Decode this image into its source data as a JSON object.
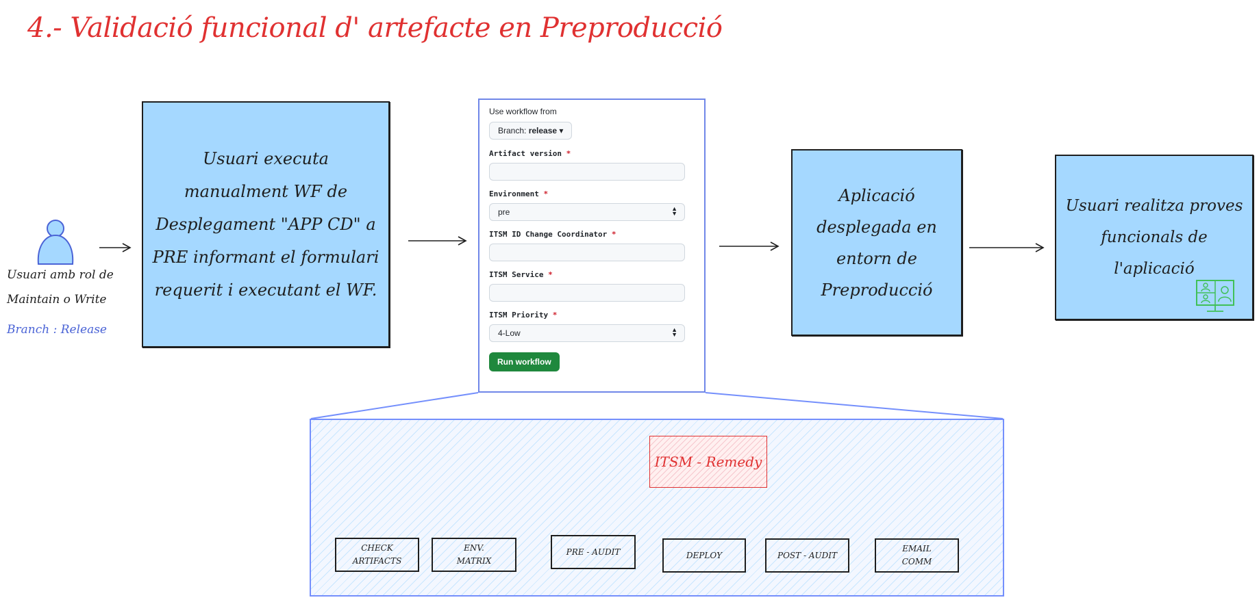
{
  "title": "4.- Validació funcional d' artefacte en Preproducció",
  "user": {
    "label_line1": "Usuari amb rol de",
    "label_line2": "Maintain o Write",
    "branch": "Branch : Release"
  },
  "steps": {
    "execute": "Usuari executa manualment WF de Desplegament \"APP CD\" a PRE informant el formulari requerit i executant el WF.",
    "deployed": "Aplicació desplegada en entorn de Preproducció",
    "tests": "Usuari realitza proves funcionals de l'aplicació"
  },
  "form": {
    "use_workflow_from": "Use workflow from",
    "branch_prefix": "Branch:",
    "branch_value": "release",
    "fields": [
      {
        "label": "Artifact version",
        "value": "",
        "type": "input"
      },
      {
        "label": "Environment",
        "value": "pre",
        "type": "select"
      },
      {
        "label": "ITSM ID Change Coordinator",
        "value": "",
        "type": "input"
      },
      {
        "label": "ITSM Service",
        "value": "",
        "type": "input"
      },
      {
        "label": "ITSM Priority",
        "value": "4-Low",
        "type": "select"
      }
    ],
    "required_mark": "*",
    "run_button": "Run workflow"
  },
  "pipeline": {
    "itsm": "ITSM - Remedy",
    "steps": [
      "CHECK\nARTIFACTS",
      "ENV.\nMATRIX",
      "PRE - AUDIT",
      "DEPLOY",
      "POST - AUDIT",
      "EMAIL\nCOMM"
    ]
  },
  "colors": {
    "title_red": "#e03131",
    "box_blue": "#a5d8ff",
    "panel_border": "#748ffc",
    "run_green": "#1f883d",
    "icon_green": "#40c057"
  },
  "icons": [
    "user-icon",
    "monitor-icon"
  ]
}
